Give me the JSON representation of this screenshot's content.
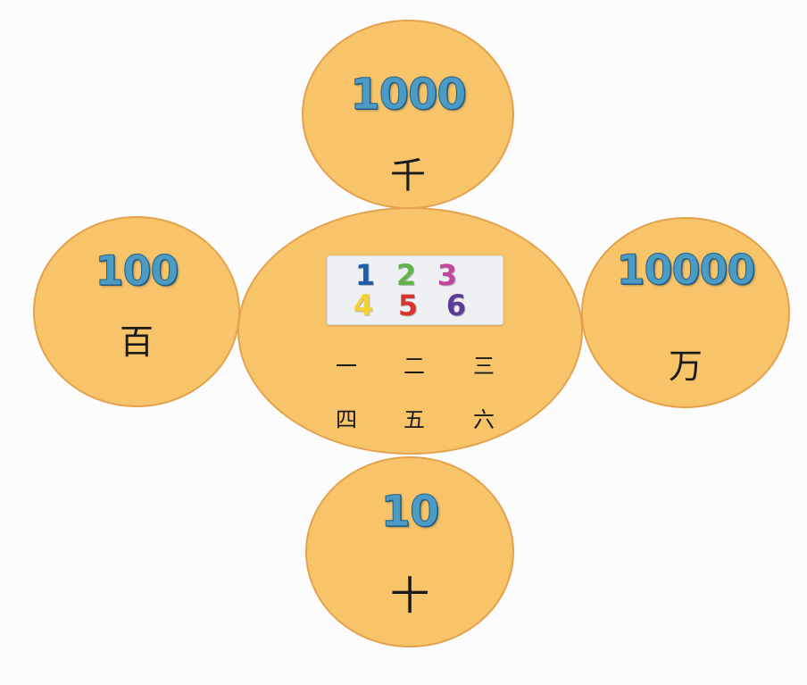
{
  "center": {
    "digits": [
      {
        "text": "1",
        "color": "#1f5fa8"
      },
      {
        "text": "2",
        "color": "#62b34a"
      },
      {
        "text": "3",
        "color": "#c2469a"
      },
      {
        "text": "4",
        "color": "#f4d233"
      },
      {
        "text": "5",
        "color": "#d9352c"
      },
      {
        "text": "6",
        "color": "#5a3c94"
      }
    ],
    "chinese": [
      "一",
      "二",
      "三",
      "四",
      "五",
      "六"
    ]
  },
  "nodes": {
    "thousand": {
      "number": "1000",
      "char": "千"
    },
    "hundred": {
      "number": "100",
      "char": "百"
    },
    "ten_thousand": {
      "number": "10000",
      "char": "万"
    },
    "ten": {
      "number": "10",
      "char": "十"
    }
  },
  "colors": {
    "circle_fill": "#f8c46a",
    "circle_border": "#e4a24e",
    "number_color": "#4b9bc4"
  }
}
